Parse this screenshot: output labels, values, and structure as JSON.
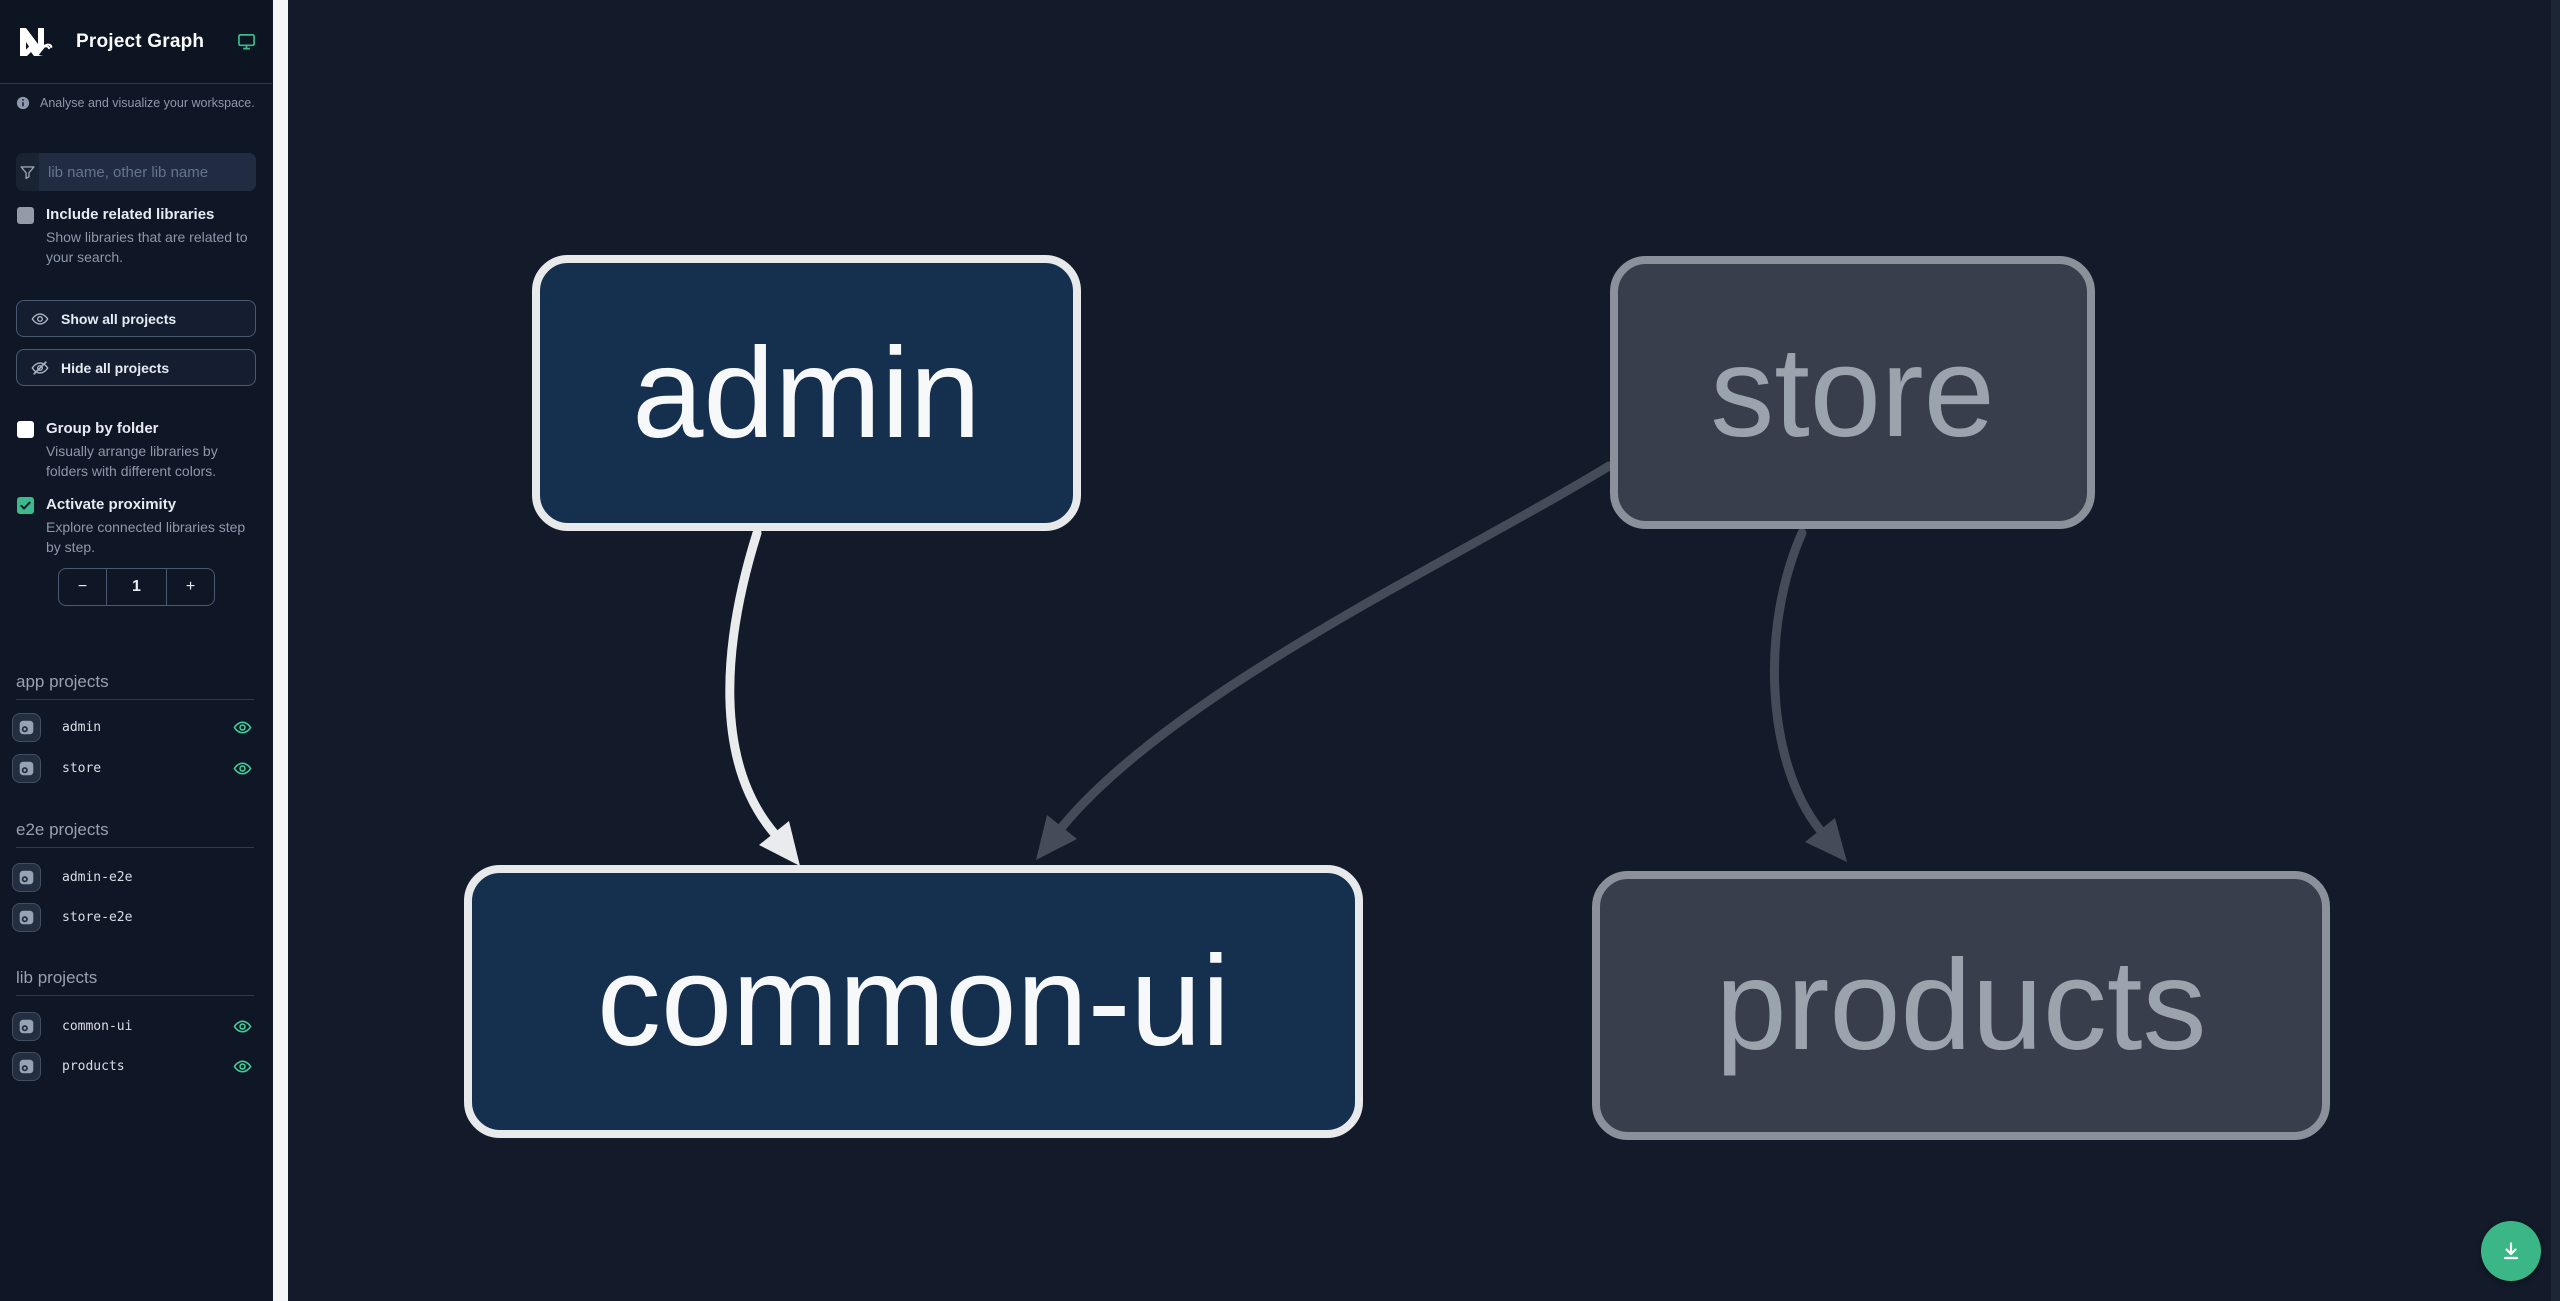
{
  "app": {
    "title": "Project Graph"
  },
  "sidebar": {
    "tagline": "Analyse and visualize your workspace.",
    "filter": {
      "placeholder": "lib name, other lib name"
    },
    "related": {
      "label": "Include related libraries",
      "desc": "Show libraries that are related to your search.",
      "checked": false
    },
    "group": {
      "label": "Group by folder",
      "desc": "Visually arrange libraries by folders with different colors.",
      "checked": false
    },
    "proximity": {
      "label": "Activate proximity",
      "desc": "Explore connected libraries step by step.",
      "checked": true
    },
    "show_all": "Show all projects",
    "hide_all": "Hide all projects",
    "stepper": {
      "minus": "−",
      "value": "1",
      "plus": "+"
    },
    "sections": [
      {
        "title": "app projects",
        "items": [
          {
            "name": "admin",
            "eye": true
          },
          {
            "name": "store",
            "eye": true
          }
        ]
      },
      {
        "title": "e2e projects",
        "items": [
          {
            "name": "admin-e2e",
            "eye": false
          },
          {
            "name": "store-e2e",
            "eye": false
          }
        ]
      },
      {
        "title": "lib projects",
        "items": [
          {
            "name": "common-ui",
            "eye": true
          },
          {
            "name": "products",
            "eye": true
          }
        ]
      }
    ]
  },
  "graph": {
    "nodes": [
      {
        "id": "admin",
        "label": "admin",
        "state": "active"
      },
      {
        "id": "store",
        "label": "store",
        "state": "muted"
      },
      {
        "id": "common-ui",
        "label": "common-ui",
        "state": "active"
      },
      {
        "id": "products",
        "label": "products",
        "state": "muted"
      }
    ],
    "edges": [
      {
        "from": "admin",
        "to": "common-ui",
        "state": "active"
      },
      {
        "from": "store",
        "to": "common-ui",
        "state": "muted"
      },
      {
        "from": "store",
        "to": "products",
        "state": "muted"
      }
    ]
  },
  "colors": {
    "accent_teal": "#3dba8c",
    "canvas_bg": "#131a29",
    "sidebar_bg": "#0f1626",
    "node_active_fill": "#152f4e",
    "node_active_border": "#e7e9eb",
    "node_muted_fill": "#383e4c",
    "node_muted_border": "#8b919b",
    "edge_active": "#e9ebed",
    "edge_muted": "#444c59"
  }
}
